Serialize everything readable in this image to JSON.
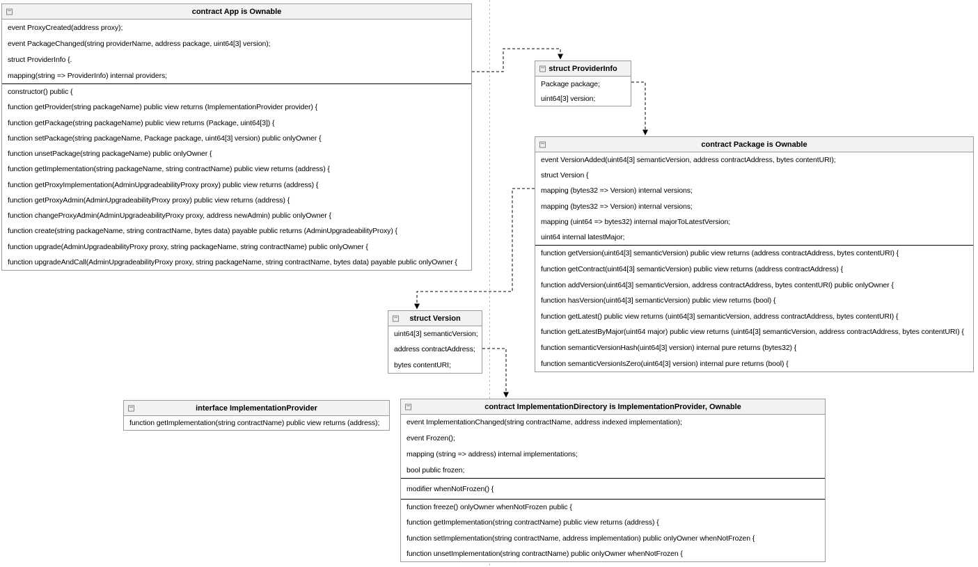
{
  "colors": {
    "background": "#ffffff",
    "box_border": "#9a9a9a",
    "header_fill": "#f2f2f2",
    "section_divider": "#000000",
    "connector": "#000000",
    "page_guide": "#bdbdbd",
    "text": "#000000"
  },
  "icons": {
    "collapse_glyph": "−"
  },
  "boxes": {
    "app": {
      "title": "contract App is Ownable",
      "sections": [
        [
          "event ProxyCreated(address proxy);",
          "event PackageChanged(string providerName, address package, uint64[3] version);",
          "struct ProviderInfo {.",
          "mapping(string => ProviderInfo) internal providers;"
        ],
        [
          "constructor() public {",
          "function getProvider(string packageName) public view returns (ImplementationProvider provider) {",
          "function getPackage(string packageName) public view returns (Package, uint64[3]) {",
          "function setPackage(string packageName, Package package, uint64[3] version) public onlyOwner {",
          "function unsetPackage(string packageName) public onlyOwner {",
          "function getImplementation(string packageName, string contractName) public view returns (address) {",
          "function getProxyImplementation(AdminUpgradeabilityProxy proxy) public view returns (address) {",
          "function getProxyAdmin(AdminUpgradeabilityProxy proxy) public view returns (address) {",
          "function changeProxyAdmin(AdminUpgradeabilityProxy proxy, address newAdmin) public onlyOwner {",
          "function create(string packageName, string contractName, bytes data) payable public returns (AdminUpgradeabilityProxy) {",
          "function upgrade(AdminUpgradeabilityProxy proxy, string packageName, string contractName) public onlyOwner {",
          "function upgradeAndCall(AdminUpgradeabilityProxy proxy, string packageName, string contractName, bytes data) payable public onlyOwner {"
        ]
      ]
    },
    "provider_info": {
      "title": "struct ProviderInfo",
      "sections": [
        [
          "Package package;",
          "uint64[3] version;"
        ]
      ]
    },
    "package": {
      "title": "contract Package is Ownable",
      "sections": [
        [
          "event VersionAdded(uint64[3] semanticVersion, address contractAddress, bytes contentURI);",
          "struct Version {",
          "mapping (bytes32 => Version) internal versions;",
          "mapping (bytes32 => Version) internal versions;",
          "mapping (uint64 => bytes32) internal majorToLatestVersion;",
          "uint64 internal latestMajor;"
        ],
        [
          "function getVersion(uint64[3] semanticVersion) public view returns (address contractAddress, bytes contentURI) {",
          "function getContract(uint64[3] semanticVersion) public view returns (address contractAddress) {",
          "function addVersion(uint64[3] semanticVersion, address contractAddress, bytes contentURI) public onlyOwner {",
          "function hasVersion(uint64[3] semanticVersion) public view returns (bool) {",
          "function getLatest() public view returns (uint64[3] semanticVersion, address contractAddress, bytes contentURI) {",
          "function getLatestByMajor(uint64 major) public view returns (uint64[3] semanticVersion, address contractAddress, bytes contentURI) {",
          "function semanticVersionHash(uint64[3] version) internal pure returns (bytes32) {",
          "function semanticVersionIsZero(uint64[3] version) internal pure returns (bool) {"
        ]
      ]
    },
    "version": {
      "title": "struct Version",
      "sections": [
        [
          "uint64[3] semanticVersion;",
          "address contractAddress;",
          "bytes contentURI;"
        ]
      ]
    },
    "impl_provider": {
      "title": "interface ImplementationProvider",
      "sections": [
        [
          "function getImplementation(string contractName) public view returns (address);"
        ]
      ]
    },
    "impl_directory": {
      "title": "contract ImplementationDirectory is ImplementationProvider, Ownable",
      "sections": [
        [
          "event ImplementationChanged(string contractName, address indexed implementation);",
          "event Frozen();",
          "mapping (string => address) internal implementations;",
          "bool public frozen;"
        ],
        [
          "modifier whenNotFrozen() {"
        ],
        [
          "function freeze() onlyOwner whenNotFrozen public {",
          "function getImplementation(string contractName) public view returns (address) {",
          "function setImplementation(string contractName, address implementation) public onlyOwner whenNotFrozen {",
          "function unsetImplementation(string contractName) public onlyOwner whenNotFrozen {"
        ]
      ]
    }
  },
  "relations": [
    {
      "type": "dependency",
      "from": "contract App is Ownable",
      "to": "struct ProviderInfo"
    },
    {
      "type": "dependency",
      "from": "struct ProviderInfo",
      "to": "contract Package is Ownable"
    },
    {
      "type": "dependency",
      "from": "contract Package is Ownable",
      "to": "struct Version"
    },
    {
      "type": "dependency",
      "from": "struct Version",
      "to": "contract ImplementationDirectory is ImplementationProvider, Ownable"
    }
  ]
}
